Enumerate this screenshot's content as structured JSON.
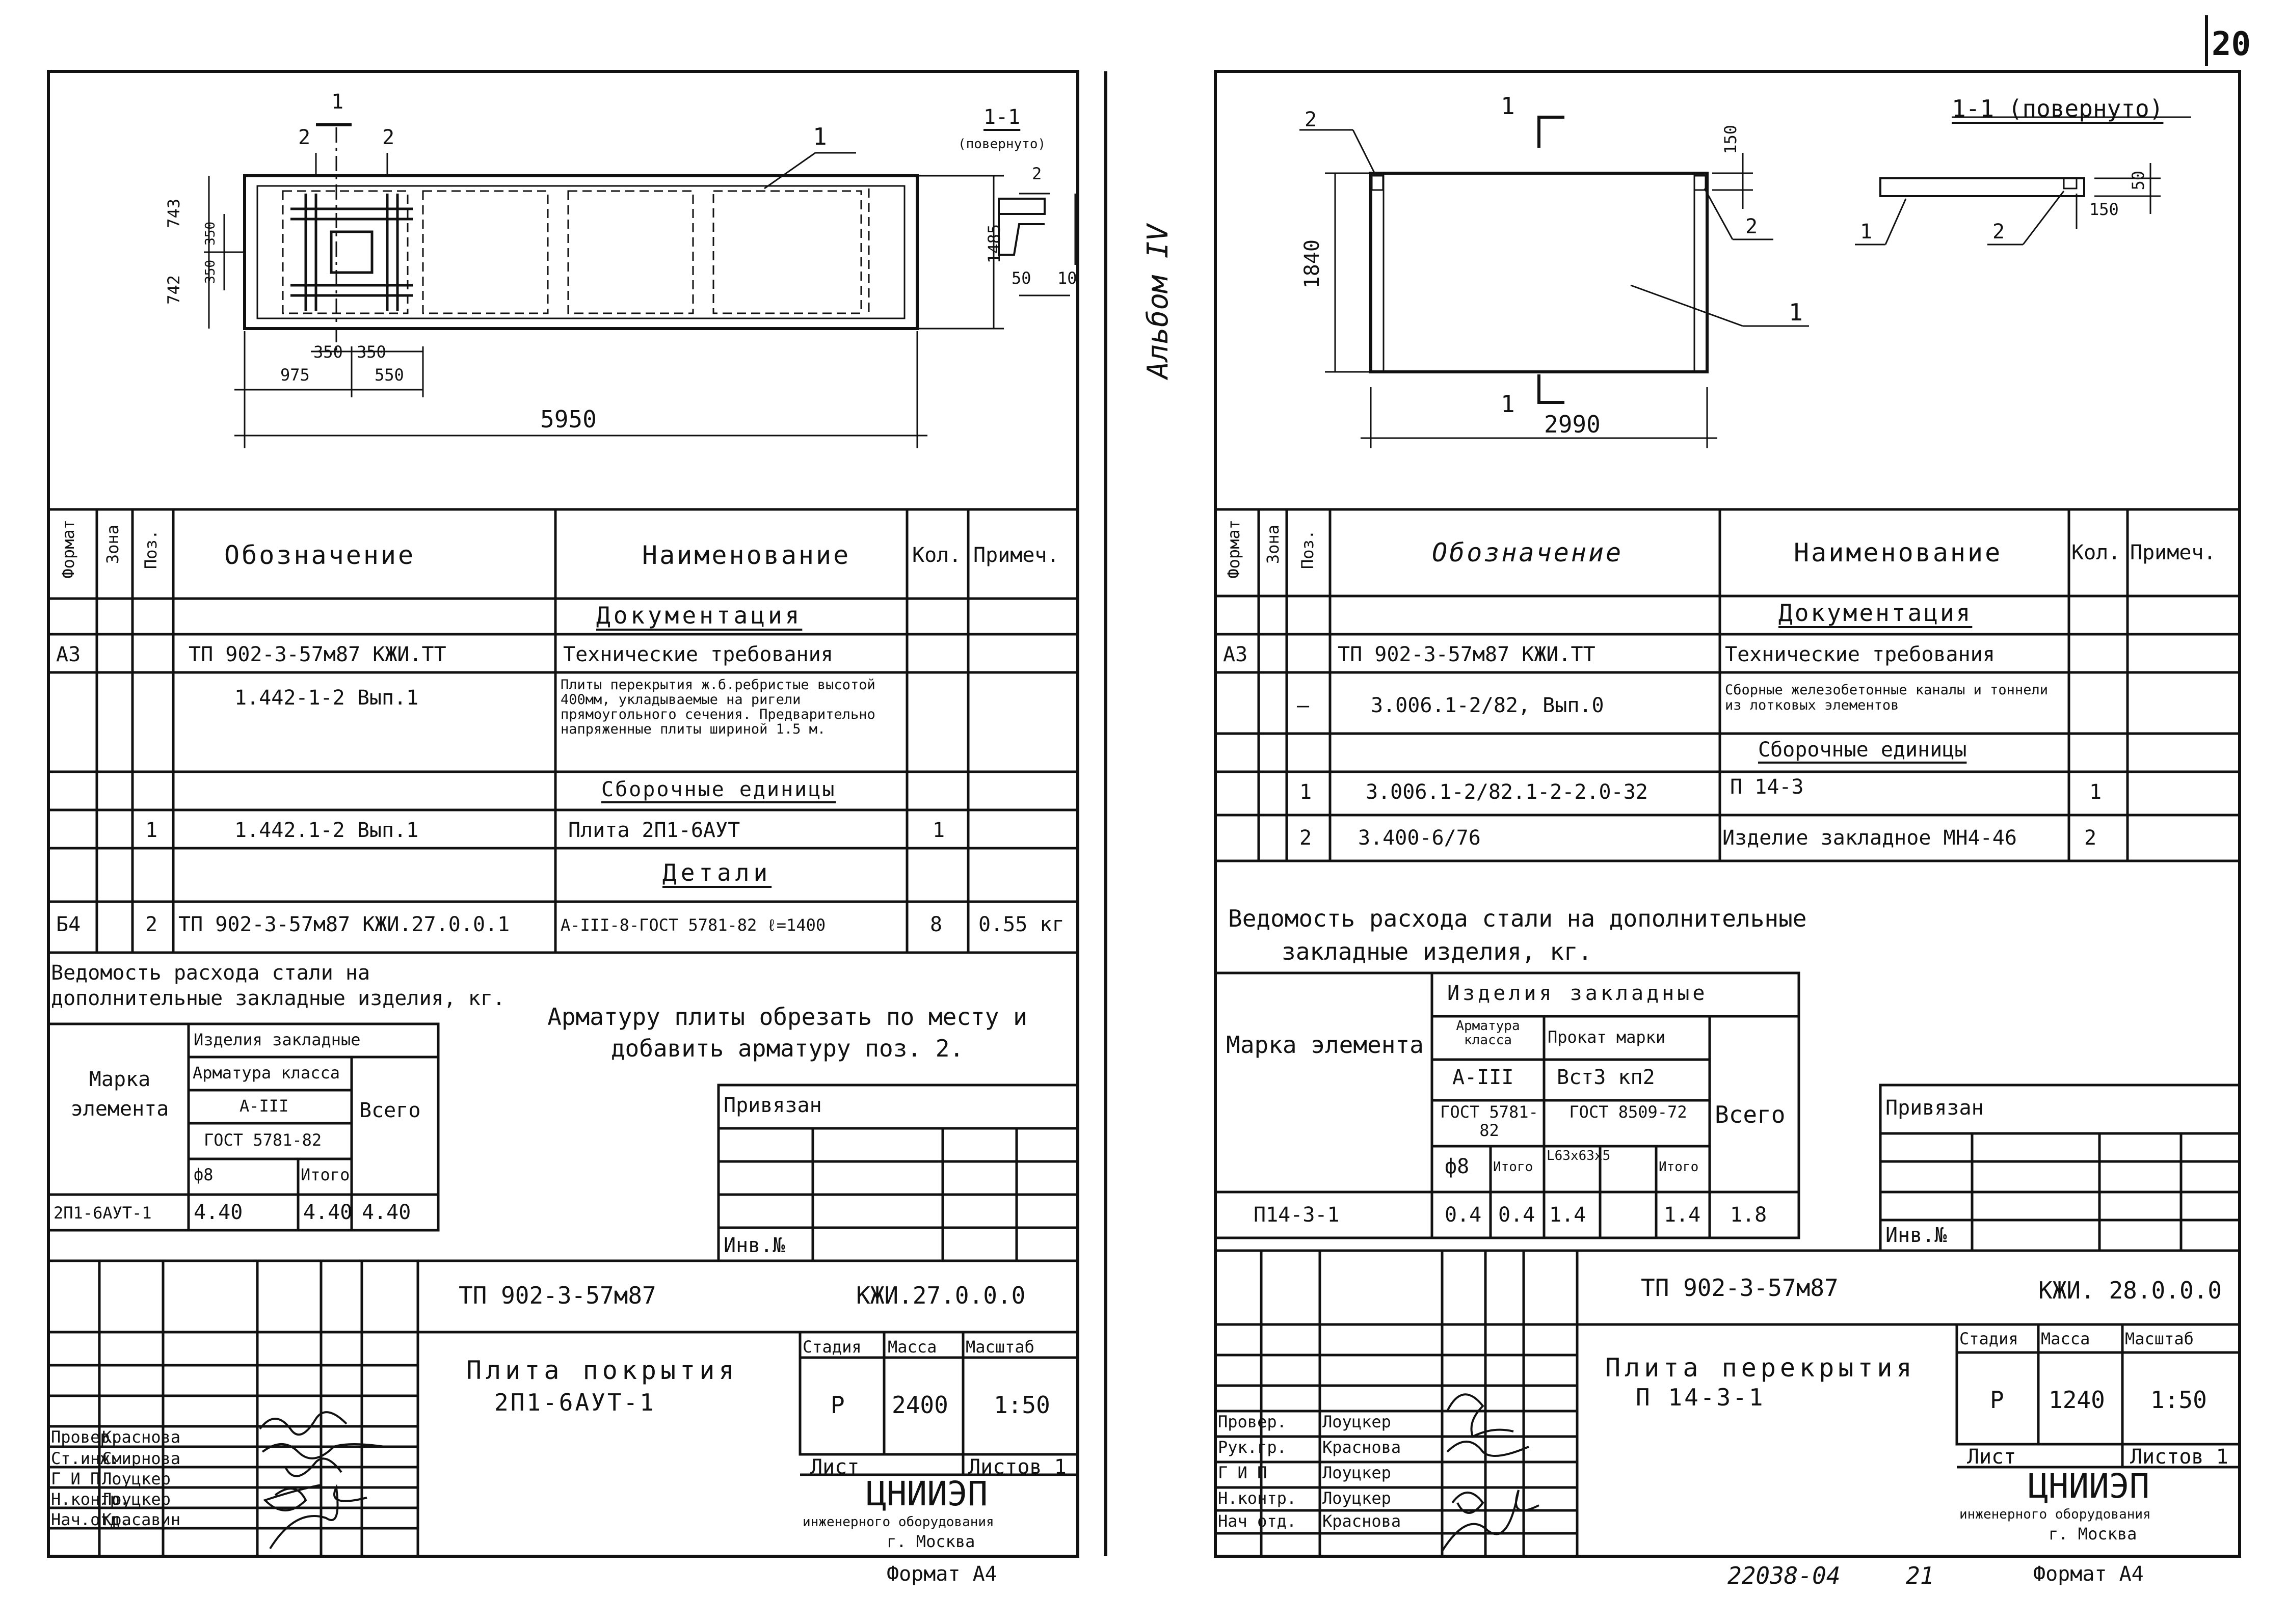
{
  "page_number": "20",
  "bottom_code": "22038-04",
  "bottom_page": "21",
  "album": "Альбом IV",
  "left": {
    "drawing": {
      "overall_length": "5950",
      "dim_975": "975",
      "dim_550": "550",
      "dim_350a": "350",
      "dim_350b": "350",
      "dim_743": "743",
      "dim_742": "742",
      "dim_350c": "350",
      "dim_350d": "350",
      "dim_1485": "1485",
      "section_mark": "1",
      "label_2a": "2",
      "label_2b": "2",
      "callout_1": "1",
      "section_title": "1-1",
      "section_sub": "(повернуто)",
      "sec_label_2": "2",
      "sec_50": "50",
      "sec_10": "10"
    },
    "spec": {
      "headers": {
        "format": "Формат",
        "zone": "Зона",
        "pos": "Поз.",
        "designation": "Обозначение",
        "name": "Наименование",
        "qty": "Кол.",
        "note": "Примеч."
      },
      "rows": [
        {
          "format": "",
          "pos": "",
          "designation": "",
          "name": "Документация",
          "qty": "",
          "note": "",
          "kind": "section"
        },
        {
          "format": "А3",
          "pos": "",
          "designation": "ТП 902-3-57м87    КЖИ.ТТ",
          "name": "Технические требования",
          "qty": "",
          "note": ""
        },
        {
          "format": "",
          "pos": "",
          "designation": "1.442-1-2   Вып.1",
          "name": "Плиты перекрытия ж.б.ребристые высотой 400мм, укладываемые на ригели прямоугольного сечения. Предварительно напряженные плиты шириной 1.5 м.",
          "qty": "",
          "note": "",
          "kind": "small"
        },
        {
          "format": "",
          "pos": "",
          "designation": "",
          "name": "Сборочные единицы",
          "qty": "",
          "note": "",
          "kind": "section"
        },
        {
          "format": "",
          "pos": "1",
          "designation": "1.442.1-2   Вып.1",
          "name": "Плита 2П1-6АУТ",
          "qty": "1",
          "note": ""
        },
        {
          "format": "",
          "pos": "",
          "designation": "",
          "name": "Детали",
          "qty": "",
          "note": "",
          "kind": "section"
        },
        {
          "format": "Б4",
          "pos": "2",
          "designation": "ТП 902-3-57м87   КЖИ.27.0.0.1",
          "name": "А-III-8-ГОСТ 5781-82 ℓ=1400",
          "qty": "8",
          "note": "0.55 кг"
        }
      ]
    },
    "steel_title": "Ведомость расхода стали на дополнительные закладные изделия, кг.",
    "note_text": "Арматуру плиты обрезать по месту и добавить арматуру поз. 2.",
    "steel_table": {
      "mark_header": "Марка элемента",
      "group": "Изделия закладные",
      "class_header": "Арматура класса",
      "class": "А-III",
      "gost": "ГОСТ 5781-82",
      "d": "ф8",
      "itogo": "Итого",
      "total_header": "Всего",
      "row": {
        "mark": "2П1-6АУТ-1",
        "d8": "4.40",
        "itogo": "4.40",
        "total": "4.40"
      }
    },
    "privyazan": "Привязан",
    "inv": "Инв.№",
    "stamp": {
      "code": "ТП 902-3-57м87",
      "doc": "КЖИ.27.0.0.0",
      "title1": "Плита покрытия",
      "title2": "2П1-6АУТ-1",
      "stage_h": "Стадия",
      "mass_h": "Масса",
      "scale_h": "Масштаб",
      "stage": "Р",
      "mass": "2400",
      "scale": "1:50",
      "sheet": "Лист",
      "sheets": "Листов 1",
      "org1": "ЦНИИЭП",
      "org2": "инженерного оборудования",
      "org3": "г. Москва",
      "roles": [
        "Провер.",
        "Ст.инж.",
        "Г И П",
        "Н.контр.",
        "Нач.отд."
      ],
      "names": [
        "Краснова",
        "Смирнова",
        "Лоуцкер",
        "Лоуцкер",
        "Красавин"
      ]
    },
    "format": "Формат А4"
  },
  "right": {
    "drawing": {
      "width": "2990",
      "height": "1840",
      "dim_150": "150",
      "mark_1_top": "1",
      "mark_1_bottom": "1",
      "label_2_left": "2",
      "label_2_right": "2",
      "callout_1": "1",
      "section_title": "1-1 (повернуто)",
      "sec_150": "150",
      "sec_50": "50",
      "sec_1": "1",
      "sec_2": "2"
    },
    "spec": {
      "headers": {
        "format": "Формат",
        "zone": "Зона",
        "pos": "Поз.",
        "designation": "Обозначение",
        "name": "Наименование",
        "qty": "Кол.",
        "note": "Примеч."
      },
      "rows": [
        {
          "format": "",
          "pos": "",
          "designation": "",
          "name": "Документация",
          "qty": "",
          "note": "",
          "kind": "section"
        },
        {
          "format": "А3",
          "pos": "",
          "designation": "ТП 902-3-57м87    КЖИ.ТТ",
          "name": "Технические требования",
          "qty": "",
          "note": ""
        },
        {
          "format": "",
          "pos": "—",
          "designation": "3.006.1-2/82,  Вып.0",
          "name": "Сборные железобетонные каналы и тоннели из лотковых элементов",
          "qty": "",
          "note": "",
          "kind": "small"
        },
        {
          "format": "",
          "pos": "",
          "designation": "",
          "name": "Сборочные единицы",
          "qty": "",
          "note": "",
          "kind": "section"
        },
        {
          "format": "",
          "pos": "1",
          "designation": "3.006.1-2/82.1-2-2.0-32",
          "name": "П 14-3",
          "qty": "1",
          "note": ""
        },
        {
          "format": "",
          "pos": "2",
          "designation": "3.400-6/76",
          "name": "Изделие закладное МН4-46",
          "qty": "2",
          "note": ""
        }
      ]
    },
    "steel_title1": "Ведомость расхода стали на дополнительные",
    "steel_title2": "закладные изделия, кг.",
    "steel_table": {
      "mark_header": "Марка элемента",
      "group": "Изделия закладные",
      "class_header": "Арматура класса",
      "rolled_header": "Прокат марки",
      "class": "А-III",
      "rolled": "Вст3 кп2",
      "gost1": "ГОСТ 5781-82",
      "gost2": "ГОСТ 8509-72",
      "d": "ф8",
      "itogo": "Итого",
      "angle": "L63x63x5",
      "itogo2": "Итого",
      "total_header": "Всего",
      "row": {
        "mark": "П14-3-1",
        "d8": "0.4",
        "itogo": "0.4",
        "angle": "1.4",
        "itogo2": "1.4",
        "total": "1.8"
      }
    },
    "privyazan": "Привязан",
    "inv": "Инв.№",
    "stamp": {
      "code": "ТП 902-3-57м87",
      "doc": "КЖИ. 28.0.0.0",
      "title1": "Плита перекрытия",
      "title2": "П 14-3-1",
      "stage_h": "Стадия",
      "mass_h": "Масса",
      "scale_h": "Масштаб",
      "stage": "Р",
      "mass": "1240",
      "scale": "1:50",
      "sheet": "Лист",
      "sheets": "Листов 1",
      "org1": "ЦНИИЭП",
      "org2": "инженерного оборудования",
      "org3": "г. Москва",
      "roles": [
        "Провер.",
        "Рук.гр.",
        "Г И П",
        "Н.контр.",
        "Нач отд."
      ],
      "names": [
        "Лоуцкер",
        "Краснова",
        "Лоуцкер",
        "Лоуцкер",
        "Краснова"
      ]
    },
    "format": "Формат А4"
  }
}
